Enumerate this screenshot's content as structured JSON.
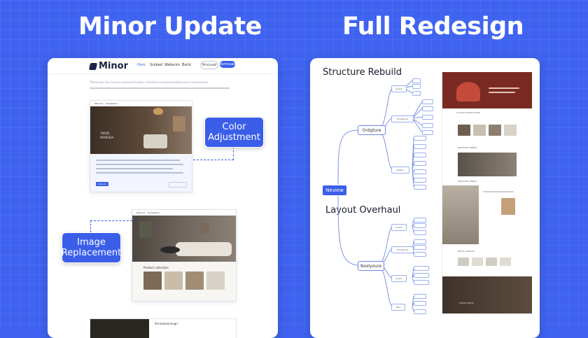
{
  "headings": {
    "left": "Minor Update",
    "right": "Full Redesign"
  },
  "left_panel": {
    "brand": "Minor",
    "nav_items": [
      "Hom",
      "Scsbed",
      "Websrim",
      "Bsrld"
    ],
    "nav_buttons": [
      "Nrsnuad",
      "Nsrnsuad"
    ],
    "intro_line": "These boo loru luruvu ecessuvd lusdiss silvedrsd ccesesesscanbesvauc luraeucsvad",
    "mini_site_brand": [
      "Wavvod",
      "Srrsseduliu"
    ],
    "hero_text": [
      "TRADE",
      "PARKSEIA"
    ],
    "mini_button": "Rnensd",
    "product_title": "Product collection",
    "footer_card_title": "Snnnduonnnngrr"
  },
  "callouts": {
    "color": [
      "Color",
      "Adjustment"
    ],
    "image": [
      "Image",
      "Replacement"
    ]
  },
  "right_panel": {
    "section_titles": [
      "Structure Rebuild",
      "Layout Overhaul"
    ],
    "root_node": "Neview",
    "branch_nodes": [
      "Ordgture",
      "Noslyoure"
    ],
    "sub_nodes": [
      "Gusen",
      "Shnsbuore",
      "Bnstou",
      "Gusen",
      "Shnsbuore",
      "Gusen",
      "Mlsr"
    ],
    "site_captions": [
      "CLASSIC PRODUCTION",
      "SELECTED SERIES",
      "SELECTED SERIES",
      "BOOK & DECOR",
      "FOLKS TRADE"
    ]
  },
  "colors": {
    "accent": "#3b5ee9",
    "background": "#3f63f0"
  }
}
